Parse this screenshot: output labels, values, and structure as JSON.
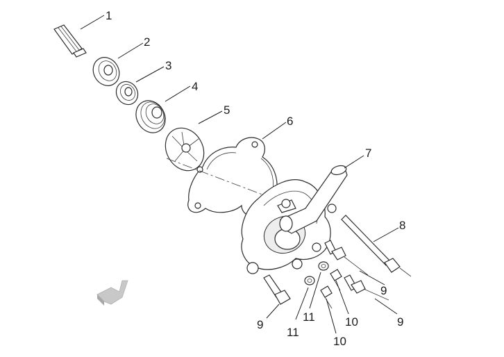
{
  "callouts": {
    "c1": "1",
    "c2": "2",
    "c3": "3",
    "c4": "4",
    "c5": "5",
    "c6": "6",
    "c7": "7",
    "c8": "8",
    "c9a": "9",
    "c9b": "9",
    "c9c": "9",
    "c10a": "10",
    "c10b": "10",
    "c11a": "11",
    "c11b": "11"
  },
  "colors": {
    "line": "#1a1a1a",
    "arrow": "#c8c8c8"
  }
}
